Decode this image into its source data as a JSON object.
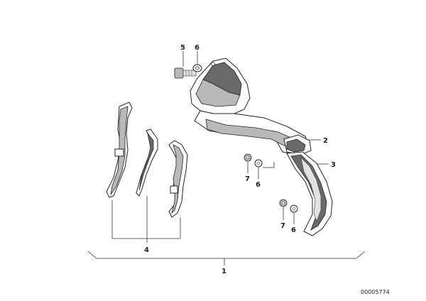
{
  "diagram": {
    "callouts": {
      "c1": "1",
      "c2": "2",
      "c3": "3",
      "c4": "4",
      "c5": "5",
      "c6_top": "6",
      "c7_mid": "7",
      "c6_mid": "6",
      "c7_low": "7",
      "c6_low": "6"
    },
    "document_number": "00005774"
  }
}
